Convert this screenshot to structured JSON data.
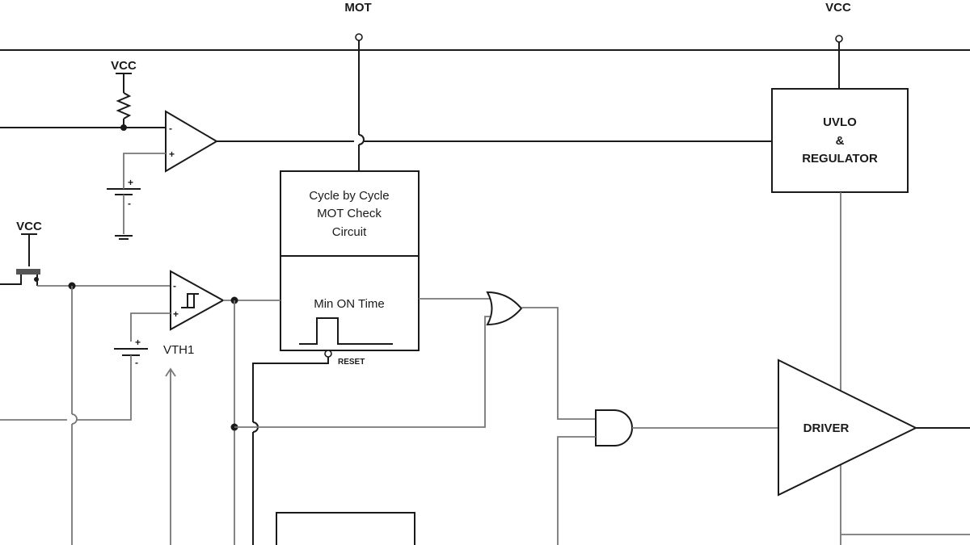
{
  "pins": {
    "mot": "MOT",
    "vcc_top": "VCC",
    "vcc_pullup": "VCC",
    "vcc_switch": "VCC"
  },
  "blocks": {
    "uvlo_line1": "UVLO",
    "uvlo_line2": "&",
    "uvlo_line3": "REGULATOR",
    "mot_check_line1": "Cycle by Cycle",
    "mot_check_line2": "MOT Check",
    "mot_check_line3": "Circuit",
    "min_on_time": "Min ON Time",
    "reset": "RESET",
    "driver": "DRIVER"
  },
  "labels": {
    "vth1": "VTH1",
    "comp1_minus": "-",
    "comp1_plus": "+",
    "comp2_minus": "-",
    "comp2_plus": "+",
    "bat1_plus": "+",
    "bat1_minus": "-",
    "bat2_plus": "+",
    "bat2_minus": "-"
  }
}
